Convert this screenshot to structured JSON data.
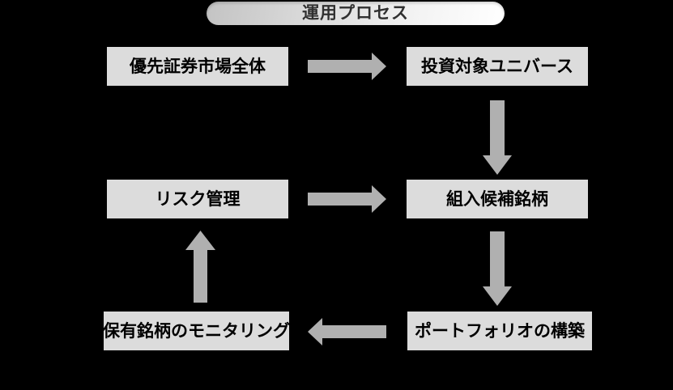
{
  "title": {
    "label": "運用プロセス"
  },
  "colors": {
    "background": "#000000",
    "box_bg": "#dcdcdc",
    "box_text": "#000000",
    "arrow": "#b0b0b0",
    "pill_text": "#303030"
  },
  "diagram": {
    "boxes": [
      {
        "id": "preferred-securities-market",
        "label": "優先証券市場全体"
      },
      {
        "id": "investment-universe",
        "label": "投資対象ユニバース"
      },
      {
        "id": "risk-management",
        "label": "リスク管理"
      },
      {
        "id": "candidate-holdings",
        "label": "組入候補銘柄"
      },
      {
        "id": "holdings-monitoring",
        "label": "保有銘柄のモニタリング"
      },
      {
        "id": "portfolio-construction",
        "label": "ポートフォリオの構築"
      }
    ],
    "flow": [
      {
        "from": "優先証券市場全体",
        "to": "投資対象ユニバース",
        "direction": "right"
      },
      {
        "from": "投資対象ユニバース",
        "to": "組入候補銘柄",
        "direction": "down"
      },
      {
        "from": "リスク管理",
        "to": "組入候補銘柄",
        "direction": "right"
      },
      {
        "from": "組入候補銘柄",
        "to": "ポートフォリオの構築",
        "direction": "down"
      },
      {
        "from": "ポートフォリオの構築",
        "to": "保有銘柄のモニタリング",
        "direction": "left"
      },
      {
        "from": "保有銘柄のモニタリング",
        "to": "リスク管理",
        "direction": "up"
      }
    ]
  }
}
